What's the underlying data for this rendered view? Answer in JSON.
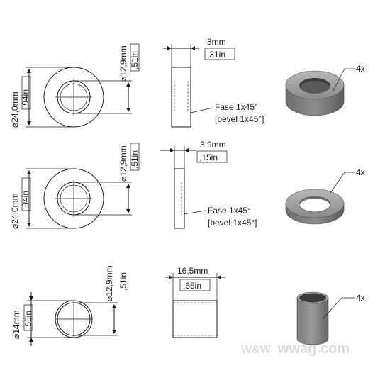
{
  "row1": {
    "outer_diameter": "24,0mm",
    "outer_diameter_in": ",94in",
    "inner_diameter": "12,9mm",
    "inner_diameter_in": ",51in",
    "thickness": "8mm",
    "thickness_in": ",31in",
    "bevel_de": "Fase 1x45°",
    "bevel_en": "[bevel 1x45°]",
    "quantity": "4x"
  },
  "row2": {
    "outer_diameter": "24,0mm",
    "outer_diameter_in": ",94in",
    "inner_diameter": "12,9mm",
    "inner_diameter_in": ",51in",
    "thickness": "3,9mm",
    "thickness_in": ",15in",
    "bevel_de": "Fase 1x45°",
    "bevel_en": "[bevel 1x45°]",
    "quantity": "4x"
  },
  "row3": {
    "outer_diameter": "14mm",
    "outer_diameter_in": ",55in",
    "inner_diameter": "12,9mm",
    "inner_diameter_in": ",51in",
    "length": "16,5mm",
    "length_in": ",65in",
    "quantity": "4x"
  },
  "symbols": {
    "diameter": "⌀"
  },
  "watermark": {
    "text": "wwag.com",
    "logo": "W&W"
  },
  "colors": {
    "ink": "#1a1a1a",
    "part_fill": "#8e8e8e",
    "part_shade": "#6a6a6a",
    "watermark": "#d8d8d8"
  }
}
